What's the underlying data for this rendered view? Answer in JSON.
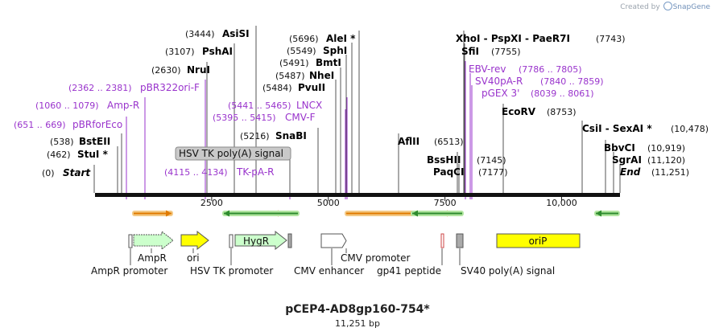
{
  "map": {
    "name": "pCEP4-AD8gp160-754*",
    "length_label": "11,251 bp",
    "length_bp": 11251,
    "credit": {
      "prefix": "Created by",
      "brand": "SnapGene"
    },
    "scale_ticks": [
      "2500",
      "5000",
      "7500",
      "10,000"
    ]
  },
  "colors": {
    "enzyme": "#000000",
    "primer": "#9933cc",
    "backbone": "#111111",
    "translated_arrow": "#e07a00",
    "translated_arrow_glow": "#f3c985",
    "reverse_arrow": "#2e8b2e",
    "reverse_arrow_glow": "#b3e6a1",
    "ampr": "#ccffcc",
    "ori": "#ffff00",
    "hygr": "#ccffcc",
    "oriP": "#ffff00"
  },
  "enzymes": [
    {
      "name": "Start",
      "pos": "(0)",
      "italic": true
    },
    {
      "name": "StuI *",
      "pos": "(462)"
    },
    {
      "name": "BstEII",
      "pos": "(538)"
    },
    {
      "name": "NruI",
      "pos": "(2630)"
    },
    {
      "name": "PshAI",
      "pos": "(3107)"
    },
    {
      "name": "AsiSI",
      "pos": "(3444)"
    },
    {
      "name": "SnaBI",
      "pos": "(5216)"
    },
    {
      "name": "PvuII",
      "pos": "(5484)"
    },
    {
      "name": "NheI",
      "pos": "(5487)"
    },
    {
      "name": "BmtI",
      "pos": "(5491)"
    },
    {
      "name": "SphI",
      "pos": "(5549)"
    },
    {
      "name": "AleI *",
      "pos": "(5696)"
    },
    {
      "name": "AflII",
      "pos": "(6513)"
    },
    {
      "name": "BssHII",
      "pos": "(7145)"
    },
    {
      "name": "PaqCI",
      "pos": "(7177)"
    },
    {
      "name": "XhoI  -  PspXI  -  PaeR7I",
      "pos": "(7743)"
    },
    {
      "name": "SfiI",
      "pos": "(7755)"
    },
    {
      "name": "EcoRV",
      "pos": "(8753)"
    },
    {
      "name": "CsiI  -  SexAI *",
      "pos": "(10,478)"
    },
    {
      "name": "BbvCI",
      "pos": "(10,919)"
    },
    {
      "name": "SgrAI",
      "pos": "(11,120)"
    },
    {
      "name": "End",
      "pos": "(11,251)",
      "italic": true
    }
  ],
  "primers": [
    {
      "range": "(651 .. 669)",
      "name": "pBRforEco"
    },
    {
      "range": "(1060 .. 1079)",
      "name": "Amp-R"
    },
    {
      "range": "(2362 .. 2381)",
      "name": "pBR322ori-F"
    },
    {
      "range": "(4115 .. 4134)",
      "name": "TK-pA-R"
    },
    {
      "range": "(5395 .. 5415)",
      "name": "CMV-F"
    },
    {
      "range": "(5441 .. 5465)",
      "name": "LNCX"
    },
    {
      "name": "EBV-rev",
      "range": "(7786 .. 7805)"
    },
    {
      "name": "SV40pA-R",
      "range": "(7840 .. 7859)"
    },
    {
      "name": "pGEX 3'",
      "range": "(8039 .. 8061)"
    }
  ],
  "features": [
    {
      "name": "HSV TK poly(A) signal",
      "label": "HSV TK poly(A) signal"
    },
    {
      "name": "AmpR promoter",
      "label": "AmpR promoter"
    },
    {
      "name": "AmpR",
      "label": "AmpR"
    },
    {
      "name": "ori",
      "label": "ori"
    },
    {
      "name": "HSV TK promoter",
      "label": "HSV TK promoter"
    },
    {
      "name": "HygR",
      "label": "HygR"
    },
    {
      "name": "CMV enhancer",
      "label": "CMV enhancer"
    },
    {
      "name": "CMV promoter",
      "label": "CMV promoter"
    },
    {
      "name": "gp41 peptide",
      "label": "gp41 peptide"
    },
    {
      "name": "SV40 poly(A) signal",
      "label": "SV40 poly(A) signal"
    },
    {
      "name": "oriP",
      "label": "oriP"
    }
  ]
}
